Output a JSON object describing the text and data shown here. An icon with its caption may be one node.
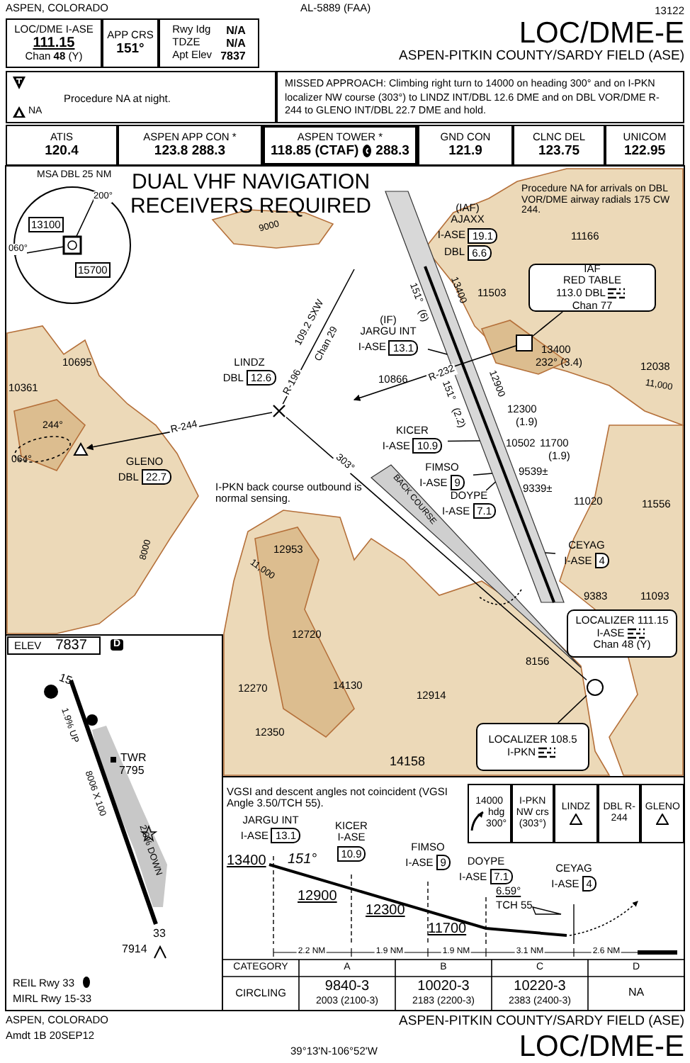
{
  "diagram": {
    "title": "LOC/DME-E",
    "nodes": [
      {
        "text": [
          "LOC/DME I-ASE",
          "111.15",
          "Chan **48** (Y)"
        ]
      },
      {
        "text": [
          "APP CRS",
          "151°"
        ]
      },
      {
        "text": [
          "Rwy Idg",
          "N/A",
          "TDZE",
          "N/A",
          "Apt Elev",
          "7837"
        ]
      },
      {
        "text": [
          "NA",
          "Procedure NA at night."
        ]
      },
      {
        "text": [
          "MISSED APPROACH: Climbing right turn to 14000 on heading 300° and on I-PKN localizer NW course (303°) to LINDZ INT/DBL 12.6 DME and on DBL VOR/DME R-244 to GLENO INT/DBL 22.7 DME and hold."
        ]
      },
      {
        "text": [
          "ATIS",
          "120.4"
        ]
      },
      {
        "text": [
          "ASPEN APP CON *",
          "123.8 288.3"
        ]
      },
      {
        "text": [
          "ASPEN TOWER *",
          "118.85 (CTAF)",
          "288.3"
        ]
      },
      {
        "text": [
          "GND CON",
          "121.9"
        ]
      },
      {
        "text": [
          "CLNC DEL",
          "123.75"
        ]
      },
      {
        "text": [
          "UNICOM",
          "122.95"
        ]
      },
      {
        "text": [
          "MSA DBL 25 NM",
          "13100",
          "15700",
          "060°",
          "200°"
        ]
      },
      {
        "text": [
          "(IAF)",
          "AJAXX",
          "I-ASE",
          "19.1",
          "DBL",
          "6.6"
        ]
      },
      {
        "text": [
          "IAF",
          "RED TABLE",
          "113.0 DBL",
          "Chan 77"
        ]
      },
      {
        "text": [],
        "shape": "box"
      },
      {
        "text": [
          "LINDZ",
          "DBL",
          "12.6"
        ]
      },
      {
        "text": [
          "(IF)",
          "JARGU INT",
          "I-ASE",
          "13.1"
        ]
      },
      {
        "text": [
          "GLENO",
          "DBL",
          "22.7"
        ]
      },
      {
        "text": [
          "KICER",
          "I-ASE",
          "10.9"
        ]
      },
      {
        "text": [
          "FIMSO",
          "I-ASE",
          "9"
        ]
      },
      {
        "text": [
          "DOYPE",
          "I-ASE",
          "7.1"
        ]
      },
      {
        "text": [
          "CEYAG",
          "I-ASE",
          "4"
        ]
      },
      {
        "text": [
          "LOCALIZER 111.15",
          "I-ASE",
          "Chan 48 (Y)"
        ]
      },
      {
        "text": [
          "LOCALIZER 108.5",
          "I-PKN"
        ]
      },
      {
        "text": [],
        "shape": "circle"
      },
      {
        "text": [
          "ELEV",
          "7837"
        ]
      },
      {
        "text": [
          "14000",
          "hdg 300°"
        ]
      },
      {
        "text": [
          "I-PKN NW crs (303°)"
        ]
      },
      {
        "text": [
          "LINDZ"
        ]
      },
      {
        "text": [
          "DBL R-244"
        ]
      },
      {
        "text": [
          "GLENO"
        ]
      },
      {
        "text": [
          "JARGU INT",
          "I-ASE",
          "13.1"
        ]
      },
      {
        "text": [
          "KICER",
          "I-ASE",
          "10.9"
        ]
      },
      {
        "text": [
          "FIMSO",
          "I-ASE",
          "9"
        ]
      },
      {
        "text": [
          "DOYPE",
          "I-ASE",
          "7.1"
        ]
      },
      {
        "text": [
          "CEYAG",
          "I-ASE",
          "4"
        ]
      },
      {
        "text": [],
        "shape": "bar"
      },
      {
        "text": [],
        "shape": "cross"
      },
      {
        "text": [],
        "shape": "triangle"
      }
    ],
    "edges": [
      {
        "from": 13,
        "to": 14,
        "arrow": "none"
      },
      {
        "from": 23,
        "to": 24,
        "arrow": "none"
      },
      {
        "from": 16,
        "to": 36,
        "arrow": "none"
      },
      {
        "from": 18,
        "to": 36,
        "arrow": "none"
      },
      {
        "from": 19,
        "to": 36,
        "arrow": "none"
      },
      {
        "from": 20,
        "to": 36,
        "arrow": "none"
      },
      {
        "from": 21,
        "to": 36,
        "arrow": "none"
      },
      {
        "from": 14,
        "to": null,
        "arrow": "to",
        "label": "R-232"
      },
      {
        "from": 24,
        "to": 37,
        "arrow": "none",
        "label": "303°"
      },
      {
        "from": 37,
        "to": null,
        "arrow": "none",
        "label": "R-196"
      },
      {
        "from": 37,
        "to": 38,
        "arrow": "to",
        "label": "R-244"
      }
    ],
    "labels": [
      "ASPEN, COLORADO",
      "AL-5889 (FAA)",
      "13122",
      "ASPEN-PITKIN COUNTY/SARDY FIELD (ASE)",
      "DUAL VHF NAVIGATION RECEIVERS REQUIRED",
      "Procedure NA for arrivals on DBL VOR/DME airway radials 175 CW 244.",
      "109.2 SXW",
      "Chan 29",
      "13400",
      "232° (3.4)",
      "151°",
      "(6)",
      "13400",
      "151°",
      "(2.2)",
      "12900",
      "12300",
      "(1.9)",
      "11700",
      "(1.9)",
      "244°",
      "064°",
      "BACK COURSE",
      "I-PKN back course outbound is normal sensing.",
      "11166",
      "11503",
      "12038",
      "10695",
      "10361",
      "10866",
      "10502",
      "9539±",
      "9339±",
      "11020",
      "11556",
      "9383",
      "11093",
      "8156",
      "12953",
      "12720",
      "12270",
      "14130",
      "12914",
      "12350",
      "14158",
      "9000",
      "11,000",
      "8000",
      "11,000",
      "D",
      "15",
      "1.9% UP",
      "8006 X 100",
      "TWR",
      "7795",
      "2.0% DOWN",
      "33",
      "7914",
      "REIL Rwy 33",
      "MIRL Rwy 15-33",
      "VGSI and descent angles not coincident (VGSI Angle 3.50/TCH 55).",
      "13400",
      "151°",
      "12900",
      "12300",
      "11700",
      "6.59°",
      "TCH 55",
      "2.2 NM",
      "1.9 NM",
      "1.9 NM",
      "3.1 NM",
      "2.6 NM",
      "CATEGORY",
      "A",
      "B",
      "C",
      "D",
      "CIRCLING",
      "9840-3",
      "2003 (2100-3)",
      "10020-3",
      "2183 (2200-3)",
      "10220-3",
      "2383 (2400-3)",
      "NA",
      "ASPEN, COLORADO",
      "Amdt 1B 20SEP12",
      "39°13'N-106°52'W",
      "ASPEN-PITKIN COUNTY/SARDY FIELD (ASE)",
      "LOC/DME-E"
    ]
  }
}
